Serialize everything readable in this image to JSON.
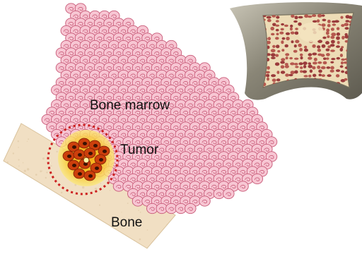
{
  "labels": {
    "bone_marrow": "Bone marrow",
    "tumor": "Tumor",
    "bone": "Bone"
  },
  "colors": {
    "background": "#ffffff",
    "bone_fill": "#f1dfc3",
    "bone_edge": "#d9c29c",
    "marrow_cell_fill": "#f7c6d3",
    "marrow_cell_edge": "#c85a78",
    "tumor_core": "#f7a400",
    "tumor_halo": "#fbe77a",
    "tumor_cell": "#cc3f0c",
    "tumor_ring": "#cc2020",
    "inset_shell": "#8a8677",
    "inset_marrow": "#9a3b3b",
    "inset_trabecula": "#eddcb6"
  },
  "icons": {
    "inset": "bone-cross-section-icon"
  }
}
